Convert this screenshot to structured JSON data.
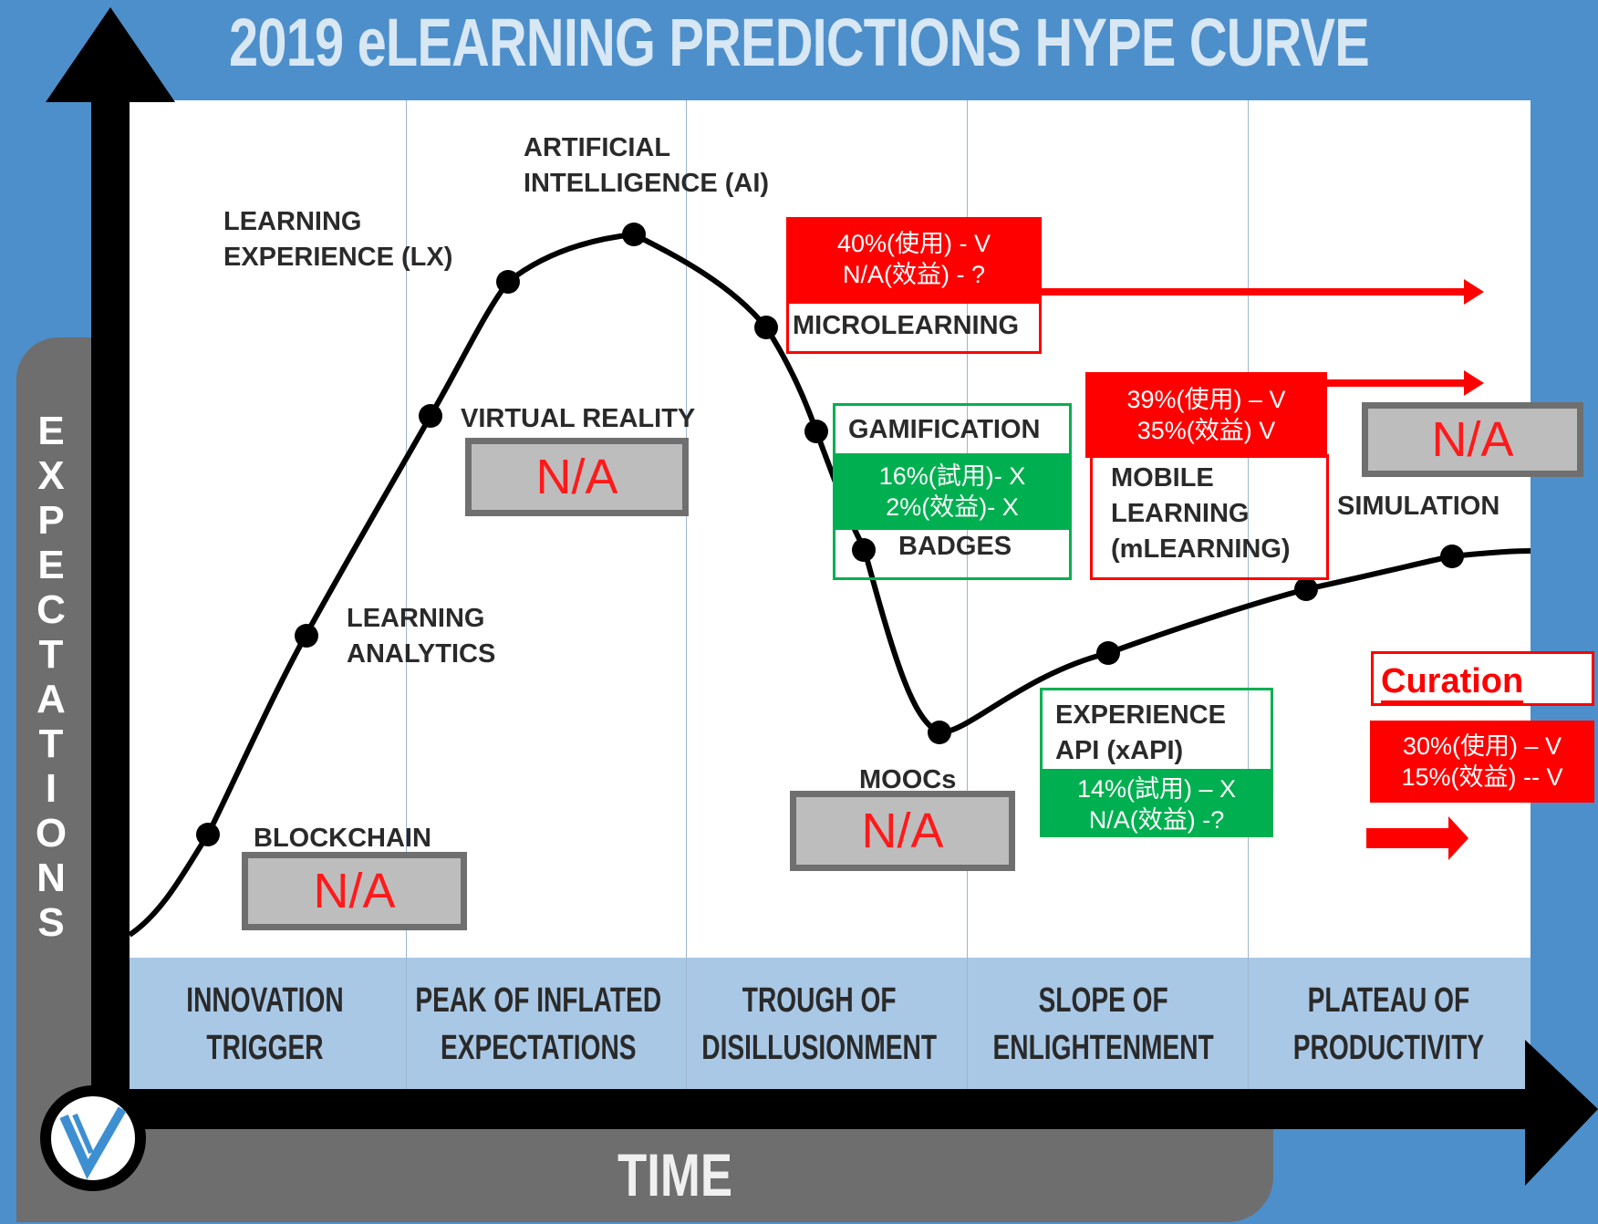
{
  "title": "2019 eLEARNING PREDICTIONS HYPE CURVE",
  "axes": {
    "y_letters": [
      "E",
      "X",
      "P",
      "E",
      "C",
      "T",
      "A",
      "T",
      "I",
      "O",
      "N",
      "S"
    ],
    "x_label": "TIME"
  },
  "phases": [
    {
      "line1": "INNOVATION",
      "line2": "TRIGGER"
    },
    {
      "line1": "PEAK OF INFLATED",
      "line2": "EXPECTATIONS"
    },
    {
      "line1": "TROUGH OF",
      "line2": "DISILLUSIONMENT"
    },
    {
      "line1": "SLOPE OF",
      "line2": "ENLIGHTENMENT"
    },
    {
      "line1": "PLATEAU OF",
      "line2": "PRODUCTIVITY"
    }
  ],
  "items": {
    "ai": [
      "ARTIFICIAL",
      "INTELLIGENCE (AI)"
    ],
    "lx": [
      "LEARNING",
      "EXPERIENCE (LX)"
    ],
    "vr": "VIRTUAL REALITY",
    "analytics": [
      "LEARNING",
      "ANALYTICS"
    ],
    "blockchain": "BLOCKCHAIN",
    "microlearning": "MICROLEARNING",
    "gamification": "GAMIFICATION",
    "badges": "BADGES",
    "moocs": "MOOCs",
    "mobile": [
      "MOBILE",
      "LEARNING",
      "(mLEARNING)"
    ],
    "xapi": [
      "EXPERIENCE",
      "API (xAPI)"
    ],
    "simulation": "SIMULATION"
  },
  "annotations": {
    "na": "N/A",
    "microlearning": [
      "40%(使用) - V",
      "N/A(效益) - ?"
    ],
    "mobile": [
      "39%(使用) – V",
      "35%(效益) V"
    ],
    "gamification": [
      "16%(試用)- X",
      "2%(效益)-  X"
    ],
    "xapi": [
      "14%(試用) – X",
      "N/A(效益) -?"
    ],
    "curation_title": "Curation",
    "curation": [
      "30%(使用) – V",
      "15%(效益) -- V"
    ]
  },
  "colors": {
    "background": "#4d8fcb",
    "band": "#a9c8e6",
    "red": "#ff0000",
    "green": "#00b050",
    "na_text": "#ff1a1a"
  }
}
